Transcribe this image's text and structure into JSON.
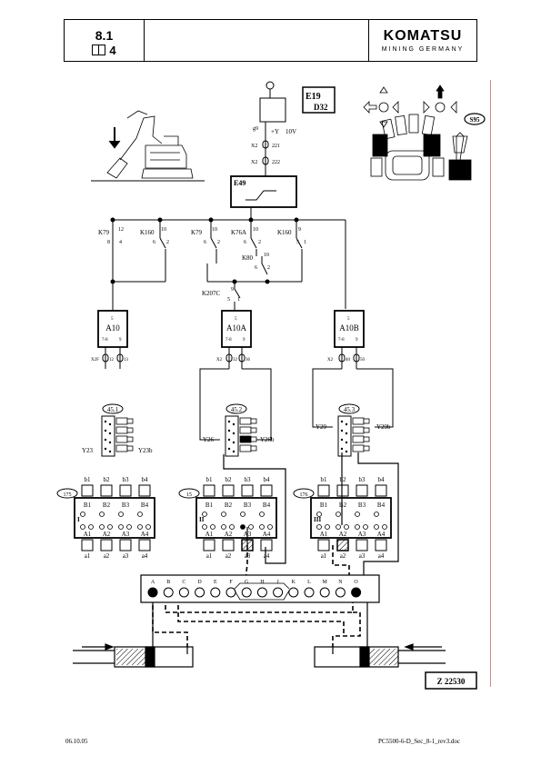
{
  "header": {
    "section": "8.1",
    "page": "4",
    "logo": "KOMATSU",
    "logo_sub": "MINING GERMANY"
  },
  "diagram": {
    "codes": {
      "e19": "E19",
      "d32": "D32",
      "s95": "S95",
      "e49": "E49"
    },
    "supply": {
      "g9": "g9",
      "plus": "+Y",
      "volts": "10V",
      "x2": "X2",
      "t221": "221",
      "t222": "222"
    },
    "relays": {
      "k79a": "K79",
      "k160a": "K160",
      "k79b": "K79",
      "k76a": "K76A",
      "k160b": "K160",
      "k80": "K80",
      "k207c": "K207C",
      "p12": "12",
      "p8": "8",
      "p4": "4",
      "p10": "10",
      "p6": "6",
      "p2": "2",
      "p9": "9",
      "p1": "1",
      "p5": "5"
    },
    "modules": {
      "a10": "A10",
      "a10a": "A10A",
      "a10b": "A10B",
      "pin5": "5",
      "pin78": "7-8",
      "pin9": "9",
      "x2f": "X2F",
      "x2": "X2",
      "t12": "12",
      "t13": "13",
      "t32": "32",
      "t36": "36",
      "t40": "40",
      "t50": "50"
    },
    "valves": {
      "v451": "45.1",
      "v452": "45.2",
      "v453": "45.3",
      "y23": "Y23",
      "y23b": "Y23b",
      "y26": "Y26",
      "y26b": "Y26b",
      "y29": "Y29",
      "y29b": "Y29b"
    },
    "sections": {
      "s175": "175",
      "s15": "15",
      "s176": "176",
      "r1": "I",
      "r2": "II",
      "r3": "III",
      "b": [
        "b1",
        "b2",
        "b3",
        "b4"
      ],
      "B": [
        "B1",
        "B2",
        "B3",
        "B4"
      ],
      "A": [
        "A1",
        "A2",
        "A3",
        "A4"
      ],
      "a": [
        "a1",
        "a2",
        "a3",
        "a4"
      ]
    },
    "manifold": [
      "A",
      "B",
      "C",
      "D",
      "E",
      "F",
      "G",
      "H",
      "J",
      "K",
      "L",
      "M",
      "N",
      "O"
    ],
    "figure_id": "Z 22530"
  },
  "footer": {
    "date": "06.10.05",
    "file": "PC5500-6-D_Sec_8-1_rev3.doc"
  }
}
